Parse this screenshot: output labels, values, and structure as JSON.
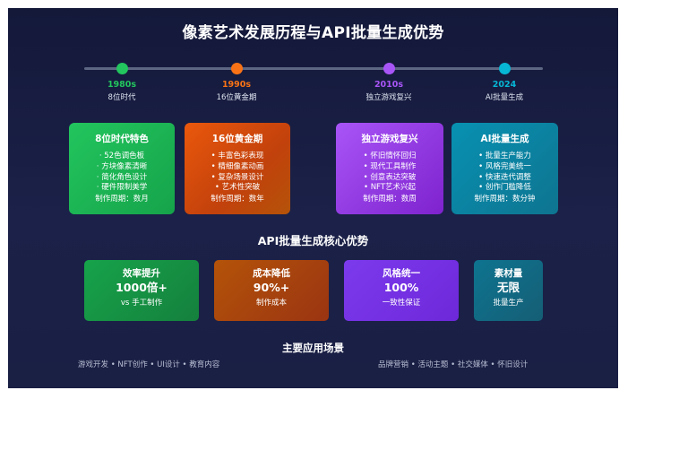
{
  "title": "像素艺术发展历程与API批量生成优势",
  "timeline": [
    {
      "year": "1980s",
      "name": "8位时代",
      "color": "#22c55e"
    },
    {
      "year": "1990s",
      "name": "16位黄金期",
      "color": "#f97316"
    },
    {
      "year": "2010s",
      "name": "独立游戏复兴",
      "color": "#a855f7"
    },
    {
      "year": "2024",
      "name": "AI批量生成",
      "color": "#06b6d4"
    }
  ],
  "eras": [
    {
      "title": "8位时代特色",
      "items": [
        "· 52色调色板",
        "· 方块像素清晰",
        "· 简化角色设计",
        "· 硬件限制美学"
      ],
      "period": "制作周期：数月"
    },
    {
      "title": "16位黄金期",
      "items": [
        "• 丰富色彩表现",
        "• 精细像素动画",
        "• 复杂场景设计",
        "• 艺术性突破"
      ],
      "period": "制作周期：数年"
    },
    {
      "title": "独立游戏复兴",
      "items": [
        "• 怀旧情怀回归",
        "• 现代工具制作",
        "• 创意表达突破",
        "• NFT艺术兴起"
      ],
      "period": "制作周期：数周"
    },
    {
      "title": "AI批量生成",
      "items": [
        "• 批量生产能力",
        "• 风格完美统一",
        "• 快速迭代调整",
        "• 创作门槛降低"
      ],
      "period": "制作周期：数分钟"
    }
  ],
  "advantages_title": "API批量生成核心优势",
  "advantages": [
    {
      "title": "效率提升",
      "value": "1000倍+",
      "note": "vs 手工制作"
    },
    {
      "title": "成本降低",
      "value": "90%+",
      "note": "制作成本"
    },
    {
      "title": "风格统一",
      "value": "100%",
      "note": "一致性保证"
    },
    {
      "title": "素材量",
      "value": "无限",
      "note": "批量生产"
    }
  ],
  "applications_title": "主要应用场景",
  "applications_left": "游戏开发 • NFT创作 • UI设计 • 教育内容",
  "applications_right": "品牌营销 • 活动主题 • 社交媒体 • 怀旧设计"
}
